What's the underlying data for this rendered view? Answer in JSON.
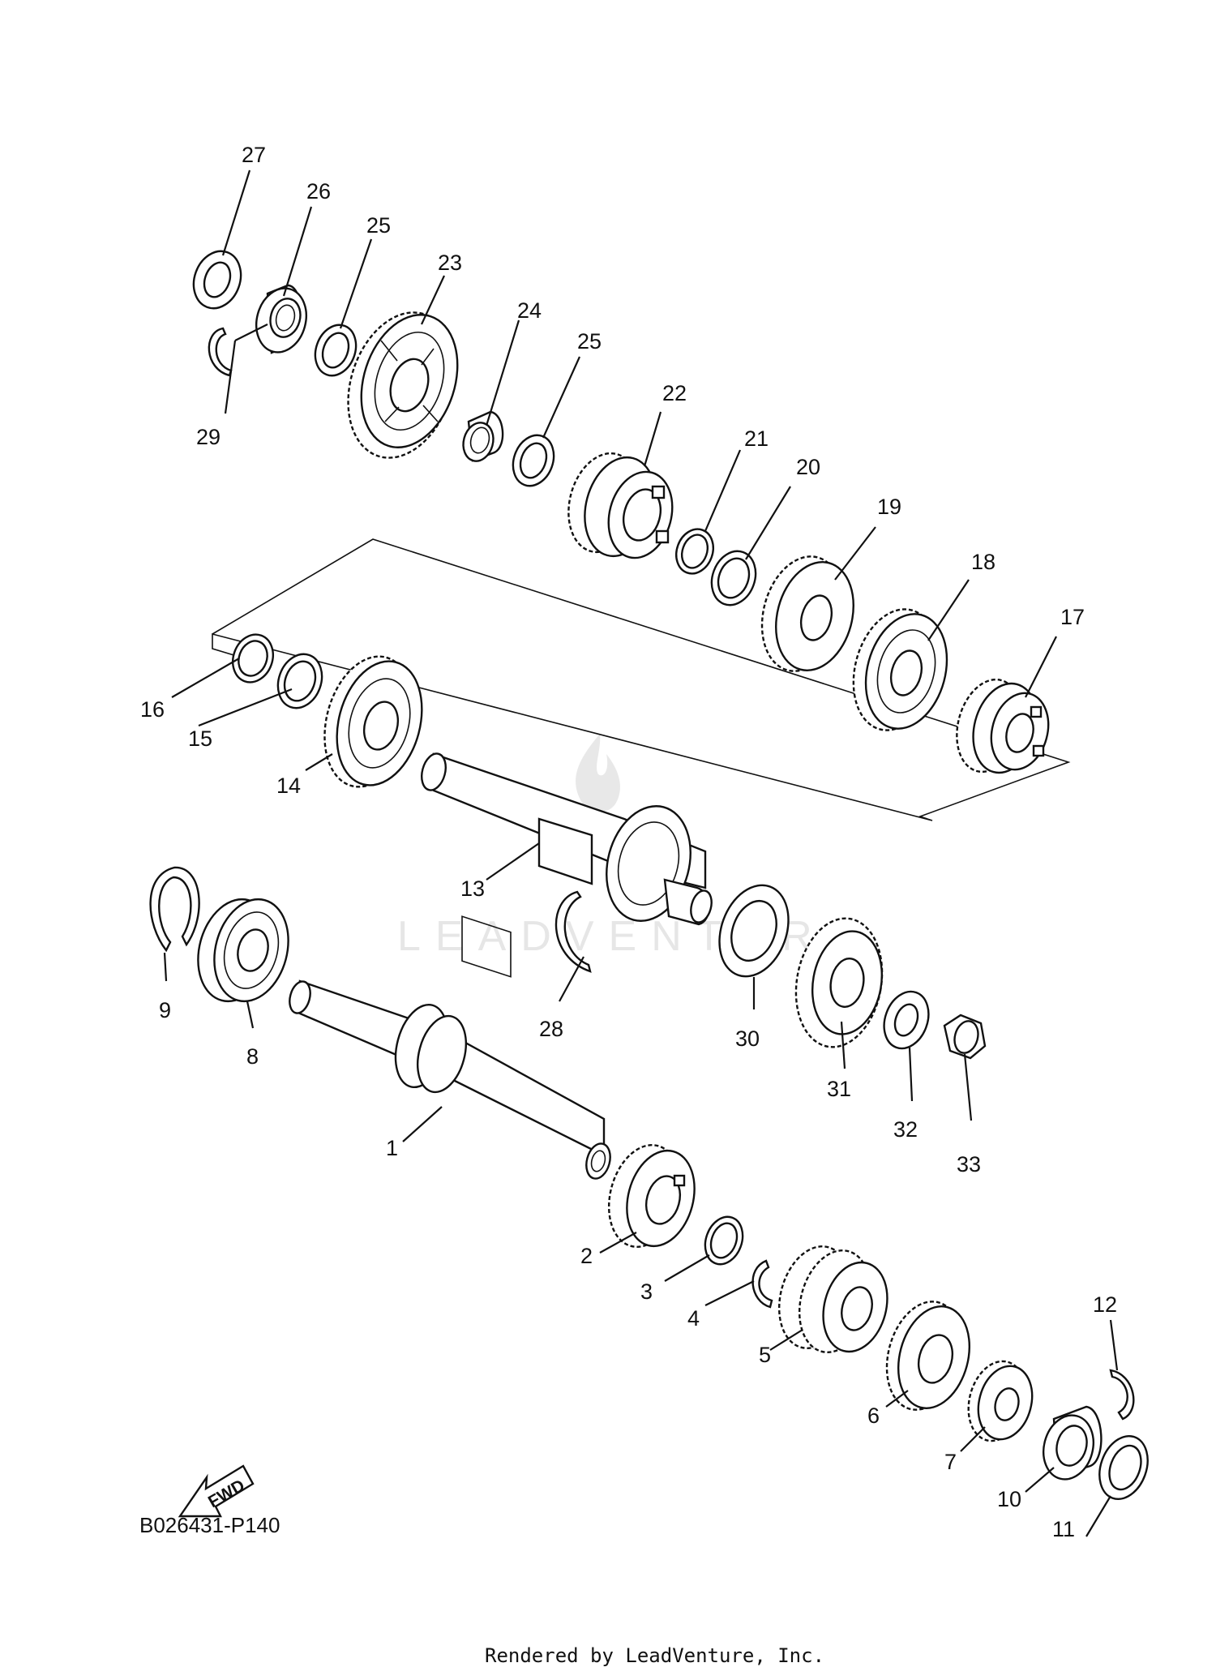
{
  "diagram_code": "B026431-P140",
  "footer": "Rendered by LeadVenture, Inc.",
  "watermark": "LEADVENTURE",
  "fwd_label": "FWD",
  "callouts": [
    {
      "id": "1",
      "text": "1"
    },
    {
      "id": "2",
      "text": "2"
    },
    {
      "id": "3",
      "text": "3"
    },
    {
      "id": "4",
      "text": "4"
    },
    {
      "id": "5",
      "text": "5"
    },
    {
      "id": "6",
      "text": "6"
    },
    {
      "id": "7",
      "text": "7"
    },
    {
      "id": "8",
      "text": "8"
    },
    {
      "id": "9",
      "text": "9"
    },
    {
      "id": "10",
      "text": "10"
    },
    {
      "id": "11",
      "text": "11"
    },
    {
      "id": "12",
      "text": "12"
    },
    {
      "id": "13",
      "text": "13"
    },
    {
      "id": "14",
      "text": "14"
    },
    {
      "id": "15",
      "text": "15"
    },
    {
      "id": "16",
      "text": "16"
    },
    {
      "id": "17",
      "text": "17"
    },
    {
      "id": "18",
      "text": "18"
    },
    {
      "id": "19",
      "text": "19"
    },
    {
      "id": "20",
      "text": "20"
    },
    {
      "id": "21",
      "text": "21"
    },
    {
      "id": "22",
      "text": "22"
    },
    {
      "id": "23",
      "text": "23"
    },
    {
      "id": "24",
      "text": "24"
    },
    {
      "id": "25a",
      "text": "25"
    },
    {
      "id": "25b",
      "text": "25"
    },
    {
      "id": "26",
      "text": "26"
    },
    {
      "id": "27",
      "text": "27"
    },
    {
      "id": "28",
      "text": "28"
    },
    {
      "id": "29",
      "text": "29"
    },
    {
      "id": "30",
      "text": "30"
    },
    {
      "id": "31",
      "text": "31"
    },
    {
      "id": "32",
      "text": "32"
    },
    {
      "id": "33",
      "text": "33"
    }
  ]
}
